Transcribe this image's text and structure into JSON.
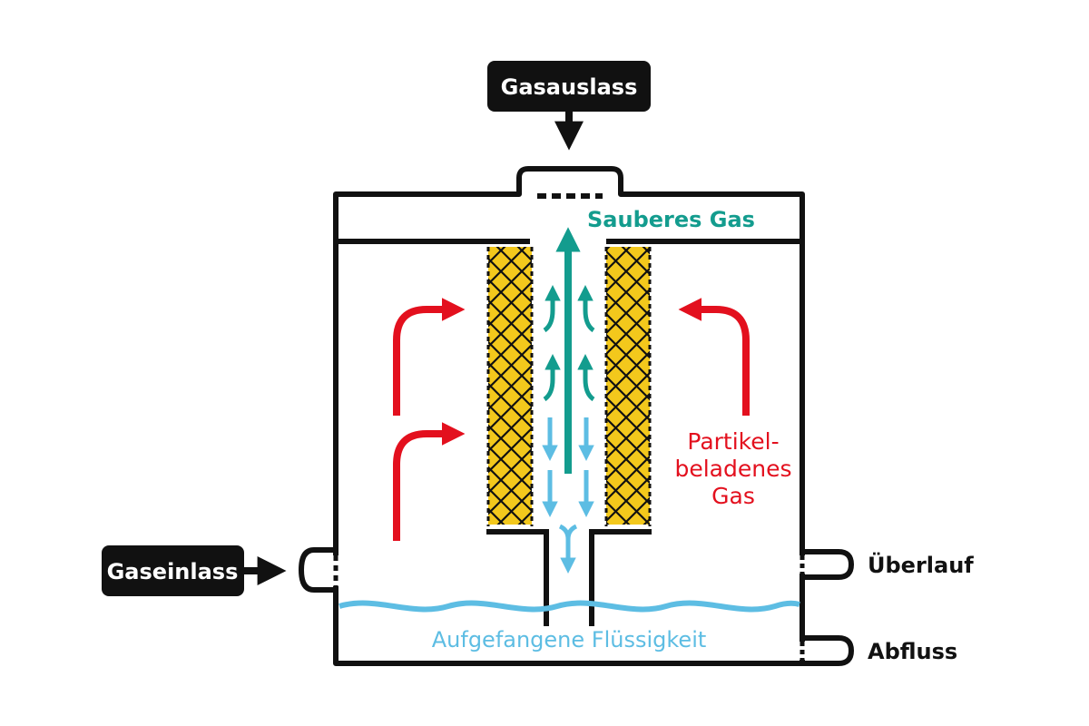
{
  "labels": {
    "gas_outlet": "Gasauslass",
    "gas_inlet": "Gaseinlass",
    "clean_gas": "Sauberes Gas",
    "particle_gas_line1": "Partikel-",
    "particle_gas_line2": "beladenes",
    "particle_gas_line3": "Gas",
    "overflow": "Überlauf",
    "drain": "Abfluss",
    "collected_liquid": "Aufgefangene Flüssigkeit"
  },
  "colors": {
    "outline": "#111111",
    "dirty_gas": "#e3101e",
    "clean_gas": "#139c8e",
    "liquid": "#5dbde3",
    "filter_fill": "#f3c81c",
    "label_box": "#111111"
  }
}
